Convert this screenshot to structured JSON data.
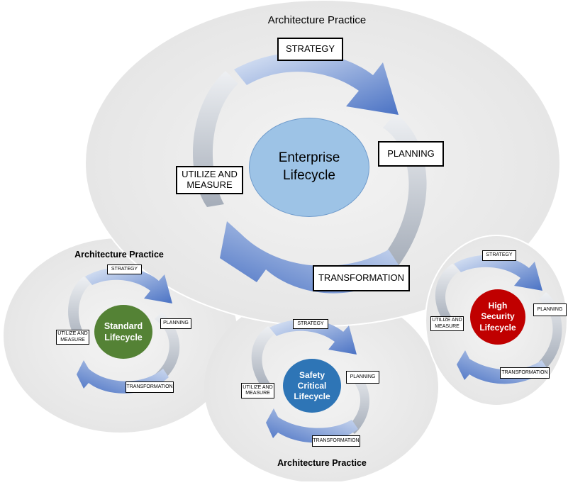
{
  "enterprise": {
    "practice_label": "Architecture Practice",
    "hub_label": "Enterprise\nLifecycle",
    "hub_color": "#9dc3e6",
    "steps": {
      "strategy": "STRATEGY",
      "planning": "PLANNING",
      "transformation": "TRANSFORMATION",
      "utilize": "UTILIZE AND\nMEASURE"
    }
  },
  "standard": {
    "practice_label": "Architecture Practice",
    "hub_label": "Standard\nLifecycle",
    "hub_color": "#548235",
    "steps": {
      "strategy": "STRATEGY",
      "planning": "PLANNING",
      "transformation": "TRANSFORMATION",
      "utilize": "UTILIZE AND\nMEASURE"
    }
  },
  "safety": {
    "practice_label": "Architecture Practice",
    "hub_label": "Safety\nCritical\nLifecycle",
    "hub_color": "#2e75b6",
    "steps": {
      "strategy": "STRATEGY",
      "planning": "PLANNING",
      "transformation": "TRANSFORMATION",
      "utilize": "UTILIZE AND\nMEASURE"
    }
  },
  "security": {
    "hub_label": "High\nSecurity\nLifecycle",
    "hub_color": "#c00000",
    "steps": {
      "strategy": "STRATEGY",
      "planning": "PLANNING",
      "transformation": "TRANSFORMATION",
      "utilize": "UTILIZE AND\nMEASURE"
    }
  },
  "colors": {
    "practice_fill": "#ececec",
    "arrow_blue": "#4a72c4",
    "arrow_gray": "#a4acb8"
  }
}
